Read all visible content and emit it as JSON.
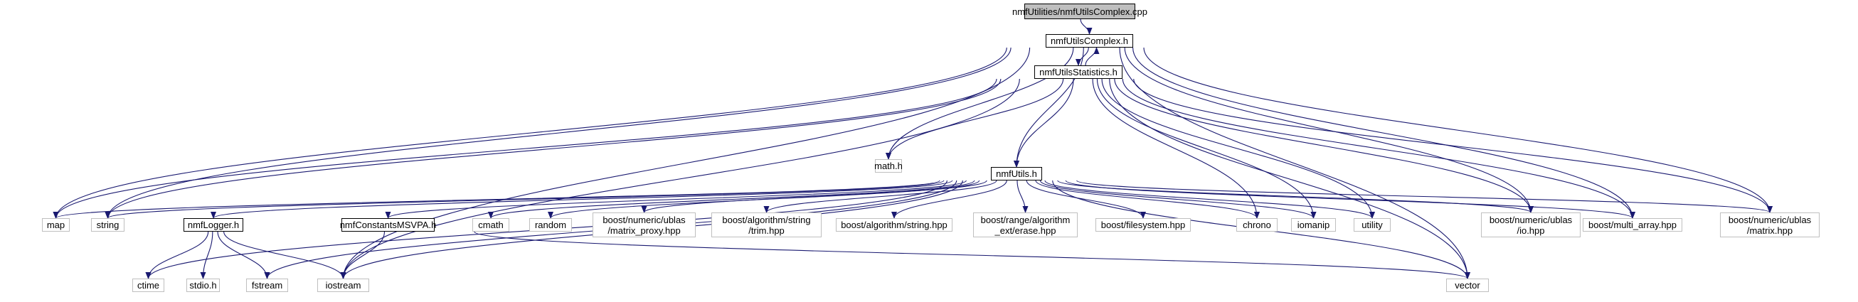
{
  "graph": {
    "colors": {
      "edge": "#191970",
      "system_border": "#bfbfbf",
      "local_border": "#000000",
      "root_fill": "#bfbfbf"
    },
    "nodes": {
      "root": "nmfUtilities/nmfUtilsComplex.cpp",
      "complex_h": "nmfUtilsComplex.h",
      "statistics_h": "nmfUtilsStatistics.h",
      "math_h": "math.h",
      "utils_h": "nmfUtils.h",
      "map": "map",
      "string": "string",
      "logger_h": "nmfLogger.h",
      "constants_h": "nmfConstantsMSVPA.h",
      "cmath": "cmath",
      "random": "random",
      "matrix_proxy": "boost/numeric/ublas\n/matrix_proxy.hpp",
      "trim": "boost/algorithm/string\n/trim.hpp",
      "alg_string": "boost/algorithm/string.hpp",
      "erase": "boost/range/algorithm\n_ext/erase.hpp",
      "filesystem": "boost/filesystem.hpp",
      "chrono": "chrono",
      "iomanip": "iomanip",
      "utility": "utility",
      "io_hpp": "boost/numeric/ublas\n/io.hpp",
      "multi_array": "boost/multi_array.hpp",
      "matrix_hpp": "boost/numeric/ublas\n/matrix.hpp",
      "ctime": "ctime",
      "stdio_h": "stdio.h",
      "fstream": "fstream",
      "iostream": "iostream",
      "vector": "vector"
    },
    "edges": [
      [
        "root",
        "complex_h"
      ],
      [
        "complex_h",
        "statistics_h"
      ],
      [
        "statistics_h",
        "complex_h"
      ],
      [
        "complex_h",
        "math_h"
      ],
      [
        "complex_h",
        "utils_h"
      ],
      [
        "complex_h",
        "map"
      ],
      [
        "complex_h",
        "string"
      ],
      [
        "complex_h",
        "iostream"
      ],
      [
        "complex_h",
        "io_hpp"
      ],
      [
        "complex_h",
        "multi_array"
      ],
      [
        "complex_h",
        "matrix_hpp"
      ],
      [
        "complex_h",
        "vector"
      ],
      [
        "statistics_h",
        "math_h"
      ],
      [
        "statistics_h",
        "utils_h"
      ],
      [
        "statistics_h",
        "map"
      ],
      [
        "statistics_h",
        "string"
      ],
      [
        "statistics_h",
        "chrono"
      ],
      [
        "statistics_h",
        "iomanip"
      ],
      [
        "statistics_h",
        "utility"
      ],
      [
        "statistics_h",
        "io_hpp"
      ],
      [
        "statistics_h",
        "multi_array"
      ],
      [
        "statistics_h",
        "matrix_hpp"
      ],
      [
        "statistics_h",
        "iostream"
      ],
      [
        "statistics_h",
        "vector"
      ],
      [
        "utils_h",
        "map"
      ],
      [
        "utils_h",
        "string"
      ],
      [
        "utils_h",
        "logger_h"
      ],
      [
        "utils_h",
        "constants_h"
      ],
      [
        "utils_h",
        "cmath"
      ],
      [
        "utils_h",
        "random"
      ],
      [
        "utils_h",
        "matrix_proxy"
      ],
      [
        "utils_h",
        "trim"
      ],
      [
        "utils_h",
        "alg_string"
      ],
      [
        "utils_h",
        "erase"
      ],
      [
        "utils_h",
        "filesystem"
      ],
      [
        "utils_h",
        "chrono"
      ],
      [
        "utils_h",
        "iomanip"
      ],
      [
        "utils_h",
        "utility"
      ],
      [
        "utils_h",
        "io_hpp"
      ],
      [
        "utils_h",
        "multi_array"
      ],
      [
        "utils_h",
        "matrix_hpp"
      ],
      [
        "utils_h",
        "ctime"
      ],
      [
        "utils_h",
        "fstream"
      ],
      [
        "utils_h",
        "iostream"
      ],
      [
        "utils_h",
        "vector"
      ],
      [
        "logger_h",
        "ctime"
      ],
      [
        "logger_h",
        "stdio_h"
      ],
      [
        "logger_h",
        "fstream"
      ],
      [
        "logger_h",
        "iostream"
      ],
      [
        "constants_h",
        "iostream"
      ],
      [
        "constants_h",
        "vector"
      ]
    ]
  }
}
